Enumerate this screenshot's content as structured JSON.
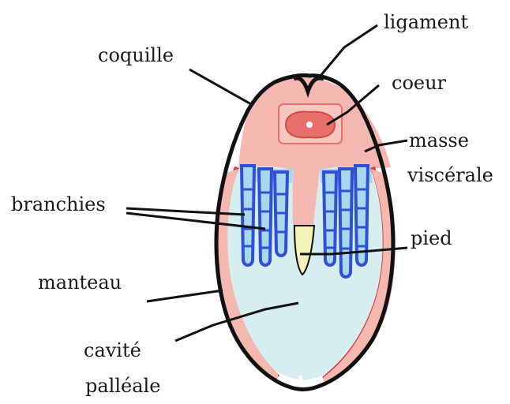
{
  "labels": {
    "ligament": "ligament",
    "coquille": "coquille",
    "coeur": "coeur",
    "masse_line1": "masse",
    "masse_line2": "viscérale",
    "branchies": "branchies",
    "pied": "pied",
    "manteau": "manteau",
    "cavite_line1": "cavité",
    "cavite_line2": "palléale"
  },
  "colors": {
    "shell_pink": "#f4b8b0",
    "cavity_blue": "#d6eef0",
    "gill_blue": "#2f4fd6",
    "gill_fill": "#a9d8ee",
    "mantle_red": "#d83a3a",
    "heart_red": "#e8706a",
    "foot_yellow": "#f3f2b8",
    "outline": "#111111"
  }
}
